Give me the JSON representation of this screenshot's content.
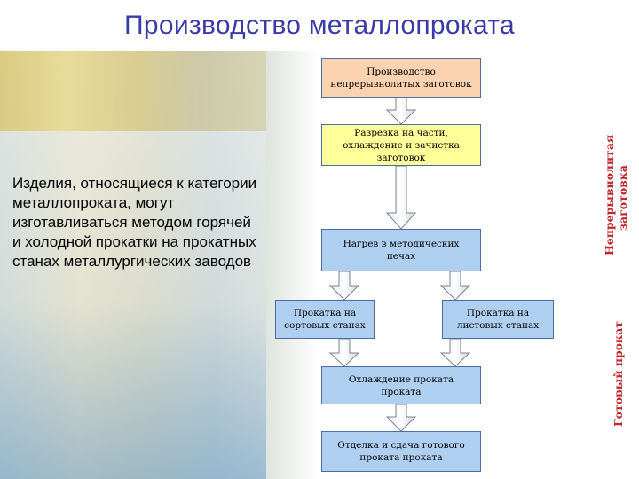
{
  "title": "Производство металлопроката",
  "description": "Изделия, относящиеся к категории металлопроката, могут изготавливаться методом горячей и холодной прокатки на прокатных станах металлургических заводов",
  "flow": {
    "box1": [
      "Производство",
      "непрерывнолитых заготовок"
    ],
    "box2": [
      "Разрезка на части,",
      "охлаждение и зачистка",
      "заготовок"
    ],
    "box3": [
      "Нагрев  в методических",
      "печах"
    ],
    "box4": [
      "Прокатка на",
      "сортовых станах"
    ],
    "box5": [
      "Прокатка на",
      "листовых станах"
    ],
    "box6": [
      "Охлаждение проката",
      "проката"
    ],
    "box7": [
      "Отделка и сдача готового",
      "проката проката"
    ]
  },
  "side_labels": {
    "top": [
      "Непрерывнолитая",
      "заготовка"
    ],
    "bottom": "Готовый прокат"
  },
  "colors": {
    "title": "#3a3aa8",
    "box_orange": "#fbd3b0",
    "box_yellow": "#ffff99",
    "box_blue": "#aecff0",
    "side_label": "#c0282d"
  }
}
